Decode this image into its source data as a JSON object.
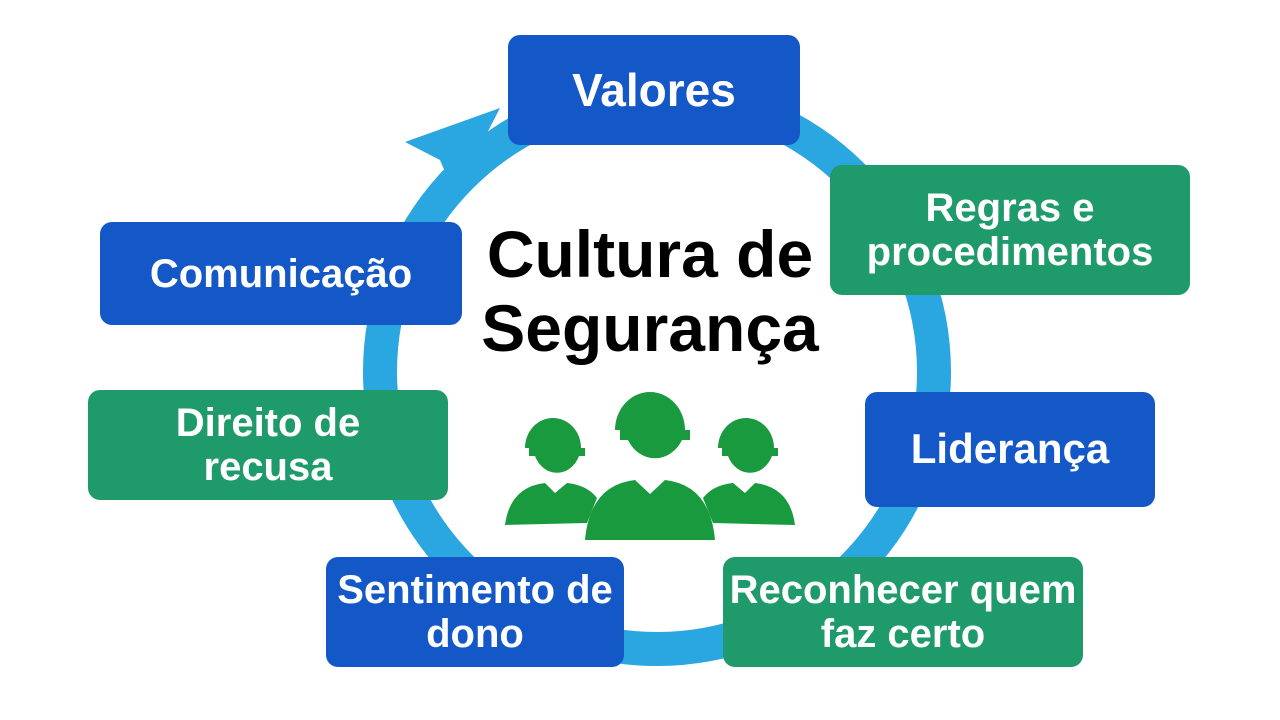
{
  "title": {
    "line1": "Cultura de",
    "line2": "Segurança"
  },
  "items": [
    {
      "label": "Valores"
    },
    {
      "label": "Regras e procedimentos"
    },
    {
      "label": "Liderança"
    },
    {
      "label": "Reconhecer quem faz certo"
    },
    {
      "label": "Sentimento de dono"
    },
    {
      "label": "Direito de recusa"
    },
    {
      "label": "Comunicação"
    }
  ],
  "colors": {
    "blue": "#1458c8",
    "green": "#1f9a6a",
    "ring": "#2aa6e0",
    "workers": "#1a9a3e"
  }
}
